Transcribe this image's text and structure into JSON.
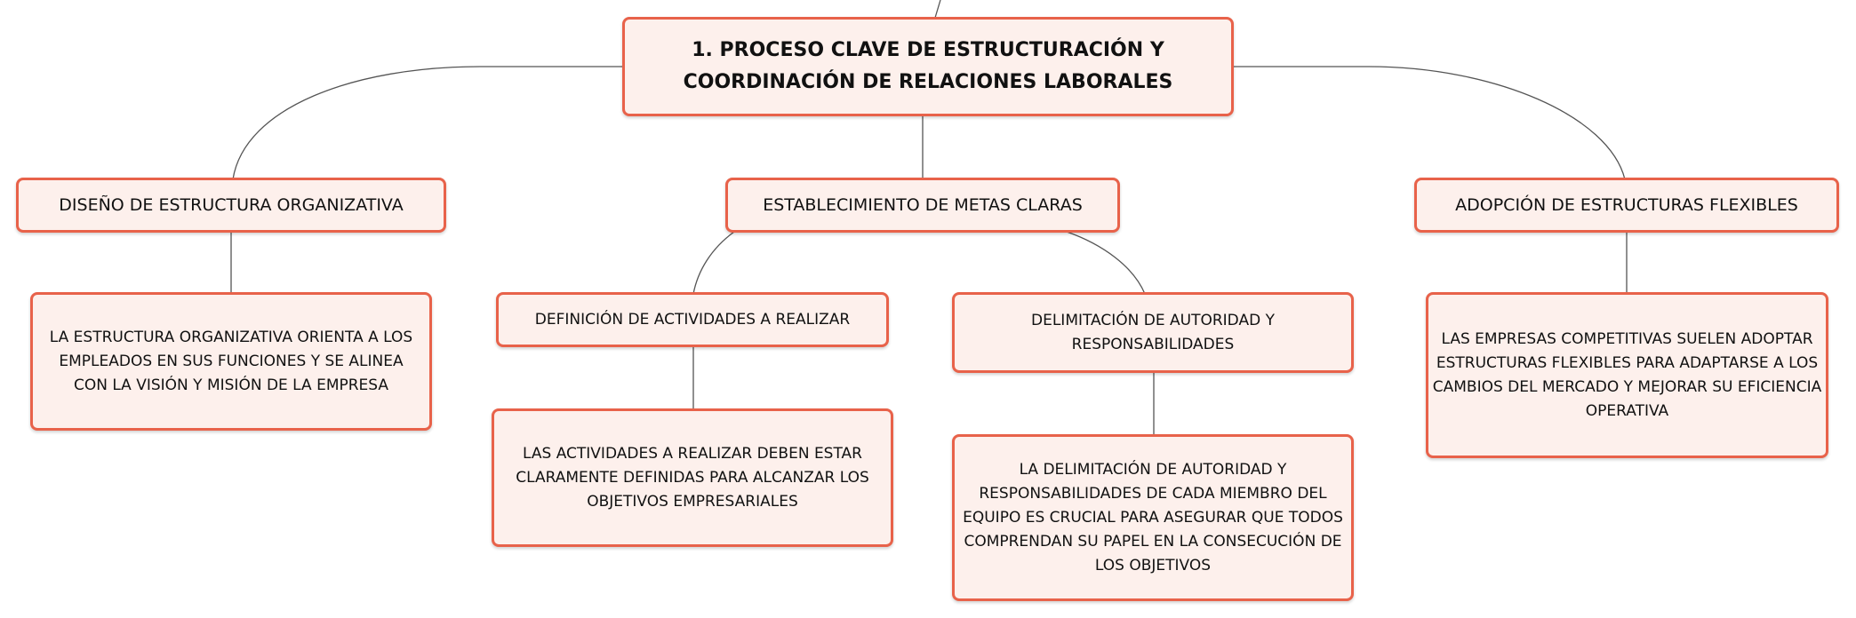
{
  "root": {
    "title": "1. PROCESO CLAVE DE ESTRUCTURACIÓN Y COORDINACIÓN DE RELACIONES LABORALES"
  },
  "branches": {
    "diseno": {
      "label": "DISEÑO DE ESTRUCTURA ORGANIZATIVA",
      "detail": "LA ESTRUCTURA ORGANIZATIVA ORIENTA A LOS EMPLEADOS EN SUS FUNCIONES Y SE ALINEA CON LA VISIÓN Y MISIÓN DE LA EMPRESA"
    },
    "metas": {
      "label": "ESTABLECIMIENTO DE METAS CLARAS",
      "children": {
        "definicion": {
          "label": "DEFINICIÓN DE ACTIVIDADES A REALIZAR",
          "detail": "LAS ACTIVIDADES A REALIZAR DEBEN ESTAR CLARAMENTE DEFINIDAS PARA ALCANZAR LOS OBJETIVOS EMPRESARIALES"
        },
        "delimitacion": {
          "label": "DELIMITACIÓN DE AUTORIDAD Y RESPONSABILIDADES",
          "detail": "LA DELIMITACIÓN DE AUTORIDAD Y RESPONSABILIDADES DE CADA MIEMBRO DEL EQUIPO ES CRUCIAL PARA ASEGURAR QUE TODOS COMPRENDAN SU PAPEL EN LA CONSECUCIÓN DE LOS OBJETIVOS"
        }
      }
    },
    "flexibles": {
      "label": "ADOPCIÓN DE ESTRUCTURAS FLEXIBLES",
      "detail": "LAS EMPRESAS COMPETITIVAS SUELEN ADOPTAR ESTRUCTURAS FLEXIBLES PARA ADAPTARSE A LOS CAMBIOS DEL MERCADO Y MEJORAR SU EFICIENCIA OPERATIVA"
    }
  },
  "colors": {
    "border": "#e8624a",
    "fill": "#fdf0ec",
    "connector": "#555555"
  }
}
